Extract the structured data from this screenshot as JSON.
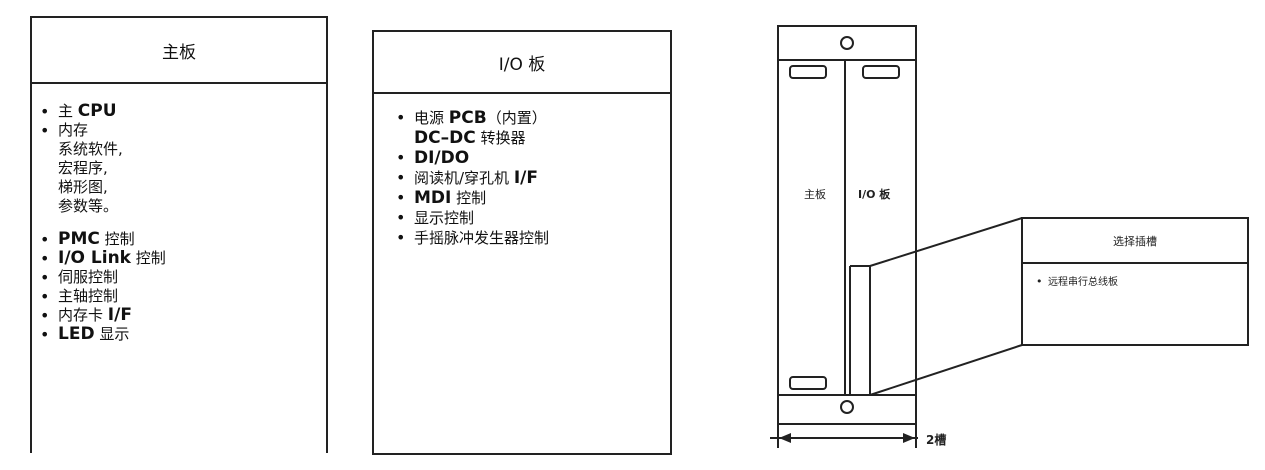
{
  "main_board": {
    "title": "主板",
    "items": [
      {
        "prefix": "主 ",
        "bold": "CPU",
        "suffix": ""
      },
      {
        "prefix": "内存",
        "bold": "",
        "suffix": "",
        "sub": [
          "系统软件,",
          "宏程序,",
          "梯形图,",
          "参数等。"
        ]
      },
      {
        "prefix": "",
        "bold": "PMC",
        "suffix": " 控制"
      },
      {
        "prefix": "",
        "bold": "I/O Link",
        "suffix": " 控制"
      },
      {
        "prefix": "伺服控制",
        "bold": "",
        "suffix": ""
      },
      {
        "prefix": "主轴控制",
        "bold": "",
        "suffix": ""
      },
      {
        "prefix": "内存卡 ",
        "bold": "I/F",
        "suffix": ""
      },
      {
        "prefix": "",
        "bold": "LED",
        "suffix": " 显示"
      }
    ]
  },
  "io_board": {
    "title": "I/O 板",
    "items": [
      {
        "line1_prefix": "电源 ",
        "line1_bold": "PCB",
        "line1_suffix": "（内置）",
        "line2_bold": "DC–DC",
        "line2_suffix": " 转换器"
      },
      {
        "bold": "DI/DO"
      },
      {
        "prefix": "阅读机/穿孔机 ",
        "bold": "I/F"
      },
      {
        "bold": "MDI",
        "suffix": " 控制"
      },
      {
        "prefix": "显示控制"
      },
      {
        "prefix": "手摇脉冲发生器控制"
      }
    ]
  },
  "rack": {
    "slot_label_main": "主板",
    "slot_label_io": "I/O 板",
    "width_label": "2槽",
    "callout_title": "选择插槽",
    "callout_item": "远程串行总线板"
  }
}
